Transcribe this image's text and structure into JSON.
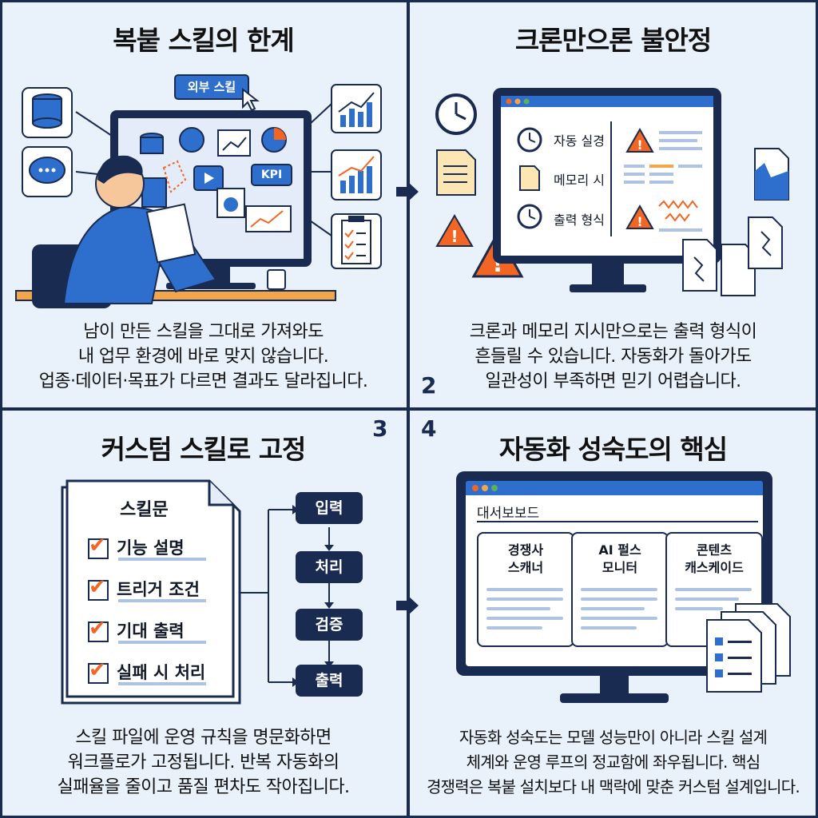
{
  "panels": [
    {
      "title": "복붙 스킬의 한계",
      "tag": "외부 스킬",
      "kpi": "KPI",
      "caption": [
        "남이 만든 스킬을 그대로 가져와도",
        "내 업무 환경에 바로 맞지 않습니다.",
        "업종·데이터·목표가 다르면 결과도 달라집니다."
      ]
    },
    {
      "title": "크론만으론 불안정",
      "number": "2",
      "list": [
        "자동 실경",
        "메모리 시",
        "출력 형식"
      ],
      "caption": [
        "크론과 메모리 지시만으로는 출력 형식이",
        "흔들릴 수 있습니다. 자동화가 돌아가도",
        "일관성이 부족하면 믿기 어렵습니다."
      ]
    },
    {
      "title": "커스텀 스킬로 고정",
      "number": "3",
      "doc_title": "스킬문",
      "checklist": [
        "기능 설명",
        "트리거 조건",
        "기대 출력",
        "실패 시 처리"
      ],
      "flow": [
        "입력",
        "처리",
        "검증",
        "출력"
      ],
      "caption": [
        "스킬 파일에 운영 규칙을 명문화하면",
        "워크플로가 고정됩니다. 반복 자동화의",
        "실패율을 줄이고 품질 편차도 작아집니다."
      ]
    },
    {
      "title": "자동화 성숙도의 핵심",
      "number": "4",
      "dashboard": "대서보보드",
      "cards": [
        {
          "l1": "경쟁사",
          "l2": "스캐너"
        },
        {
          "l1": "AI 펄스",
          "l2": "모니터"
        },
        {
          "l1": "콘텐츠",
          "l2": "캐스케이드"
        }
      ],
      "caption": [
        "자동화 성숙도는 모델 성능만이 아니라 스킬 설계",
        "체계와 운영 루프의 정교함에 좌우됩니다. 핵심",
        "경쟁력은 복붙 설치보다 내 맥락에 맞춘 커스텀 설계입니다."
      ]
    }
  ],
  "colors": {
    "navy": "#1a2b52",
    "blue": "#2e6fce",
    "orange": "#f26522",
    "bg": "#e9f1fb"
  }
}
